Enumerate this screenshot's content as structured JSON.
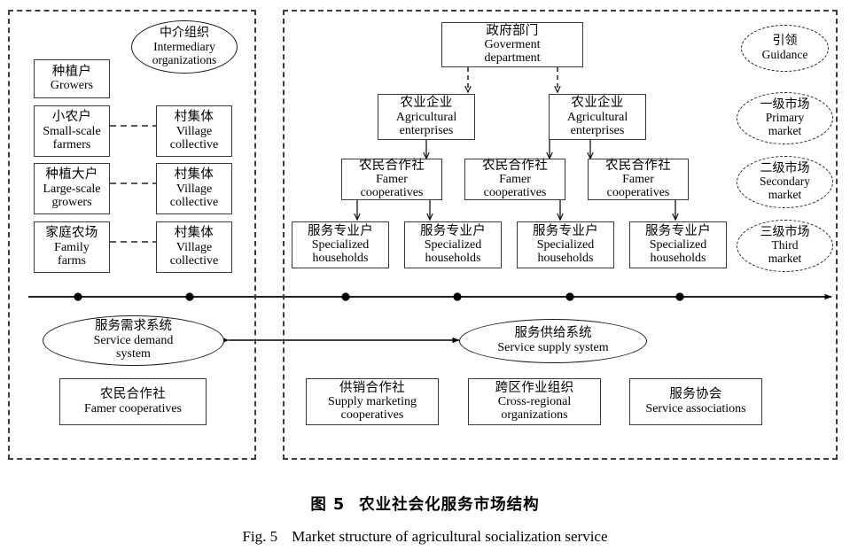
{
  "figure": {
    "caption_cn_label": "图 5",
    "caption_cn_title": "农业社会化服务市场结构",
    "caption_en_label": "Fig. 5",
    "caption_en_title": "Market structure of agricultural socialization service"
  },
  "colors": {
    "box_border": "#3a3a3a",
    "ellipse_border": "#1c1c1c",
    "panel_border": "#3d3d3d",
    "line": "#000000",
    "background": "#ffffff"
  },
  "demand_panel": {
    "name": "demand-side-panel",
    "intermediary": {
      "cn": "中介组织",
      "en_line1": "Intermediary",
      "en_line2": "organizations"
    },
    "producers": [
      {
        "cn": "种植户",
        "en_line1": "Growers",
        "en_line2": ""
      },
      {
        "cn": "小农户",
        "en_line1": "Small-scale",
        "en_line2": "farmers"
      },
      {
        "cn": "种植大户",
        "en_line1": "Large-scale",
        "en_line2": "growers"
      },
      {
        "cn": "家庭农场",
        "en_line1": "Family",
        "en_line2": "farms"
      }
    ],
    "collectives": [
      {
        "cn": "村集体",
        "en_line1": "Village",
        "en_line2": "collective"
      },
      {
        "cn": "村集体",
        "en_line1": "Village",
        "en_line2": "collective"
      },
      {
        "cn": "村集体",
        "en_line1": "Village",
        "en_line2": "collective"
      }
    ],
    "demand_system": {
      "cn": "服务需求系统",
      "en_line1": "Service demand",
      "en_line2": "system"
    },
    "bottom_box": {
      "cn": "农民合作社",
      "en_line1": "Famer cooperatives",
      "en_line2": ""
    }
  },
  "supply_panel": {
    "name": "supply-side-panel",
    "government": {
      "cn": "政府部门",
      "en_line1": "Goverment",
      "en_line2": "department"
    },
    "enterprises": [
      {
        "cn": "农业企业",
        "en_line1": "Agricultural",
        "en_line2": "enterprises"
      },
      {
        "cn": "农业企业",
        "en_line1": "Agricultural",
        "en_line2": "enterprises"
      }
    ],
    "cooperatives": [
      {
        "cn": "农民合作社",
        "en_line1": "Famer",
        "en_line2": "cooperatives"
      },
      {
        "cn": "农民合作社",
        "en_line1": "Famer",
        "en_line2": "cooperatives"
      },
      {
        "cn": "农民合作社",
        "en_line1": "Famer",
        "en_line2": "cooperatives"
      }
    ],
    "households": [
      {
        "cn": "服务专业户",
        "en_line1": "Specialized",
        "en_line2": "households"
      },
      {
        "cn": "服务专业户",
        "en_line1": "Specialized",
        "en_line2": "households"
      },
      {
        "cn": "服务专业户",
        "en_line1": "Specialized",
        "en_line2": "households"
      },
      {
        "cn": "服务专业户",
        "en_line1": "Specialized",
        "en_line2": "households"
      }
    ],
    "supply_system": {
      "cn": "服务供给系统",
      "en_line1": "Service supply system",
      "en_line2": ""
    },
    "bottom_boxes": [
      {
        "cn": "供销合作社",
        "en_line1": "Supply marketing",
        "en_line2": "cooperatives"
      },
      {
        "cn": "跨区作业组织",
        "en_line1": "Cross-regional",
        "en_line2": "organizations"
      },
      {
        "cn": "服务协会",
        "en_line1": "Service associations",
        "en_line2": ""
      }
    ]
  },
  "market_levels": [
    {
      "cn": "引领",
      "en_line1": "Guidance",
      "en_line2": ""
    },
    {
      "cn": "一级市场",
      "en_line1": "Primary",
      "en_line2": "market"
    },
    {
      "cn": "二级市场",
      "en_line1": "Secondary",
      "en_line2": "market"
    },
    {
      "cn": "三级市场",
      "en_line1": "Third",
      "en_line2": "market"
    }
  ]
}
